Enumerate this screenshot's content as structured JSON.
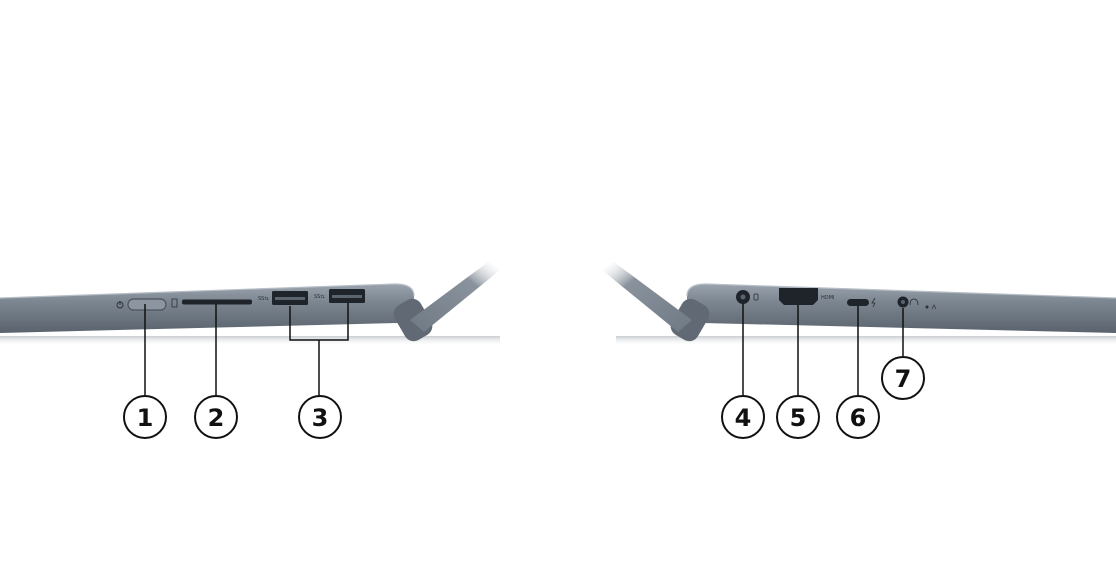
{
  "image": {
    "subject": "laptop side ports",
    "background": "#ffffff",
    "chassis_color": "#7b8590",
    "chassis_dark": "#5c6570",
    "port_color": "#1f232a"
  },
  "markers": [
    {
      "number": "1",
      "port": "power button"
    },
    {
      "number": "2",
      "port": "SD card reader"
    },
    {
      "number": "3",
      "port": "USB-A 3.2 ports"
    },
    {
      "number": "4",
      "port": "DC-in"
    },
    {
      "number": "5",
      "port": "HDMI"
    },
    {
      "number": "6",
      "port": "USB-C"
    },
    {
      "number": "7",
      "port": "headphone / mic combo jack"
    }
  ],
  "printed_labels": {
    "hdmi": "HDMI"
  }
}
